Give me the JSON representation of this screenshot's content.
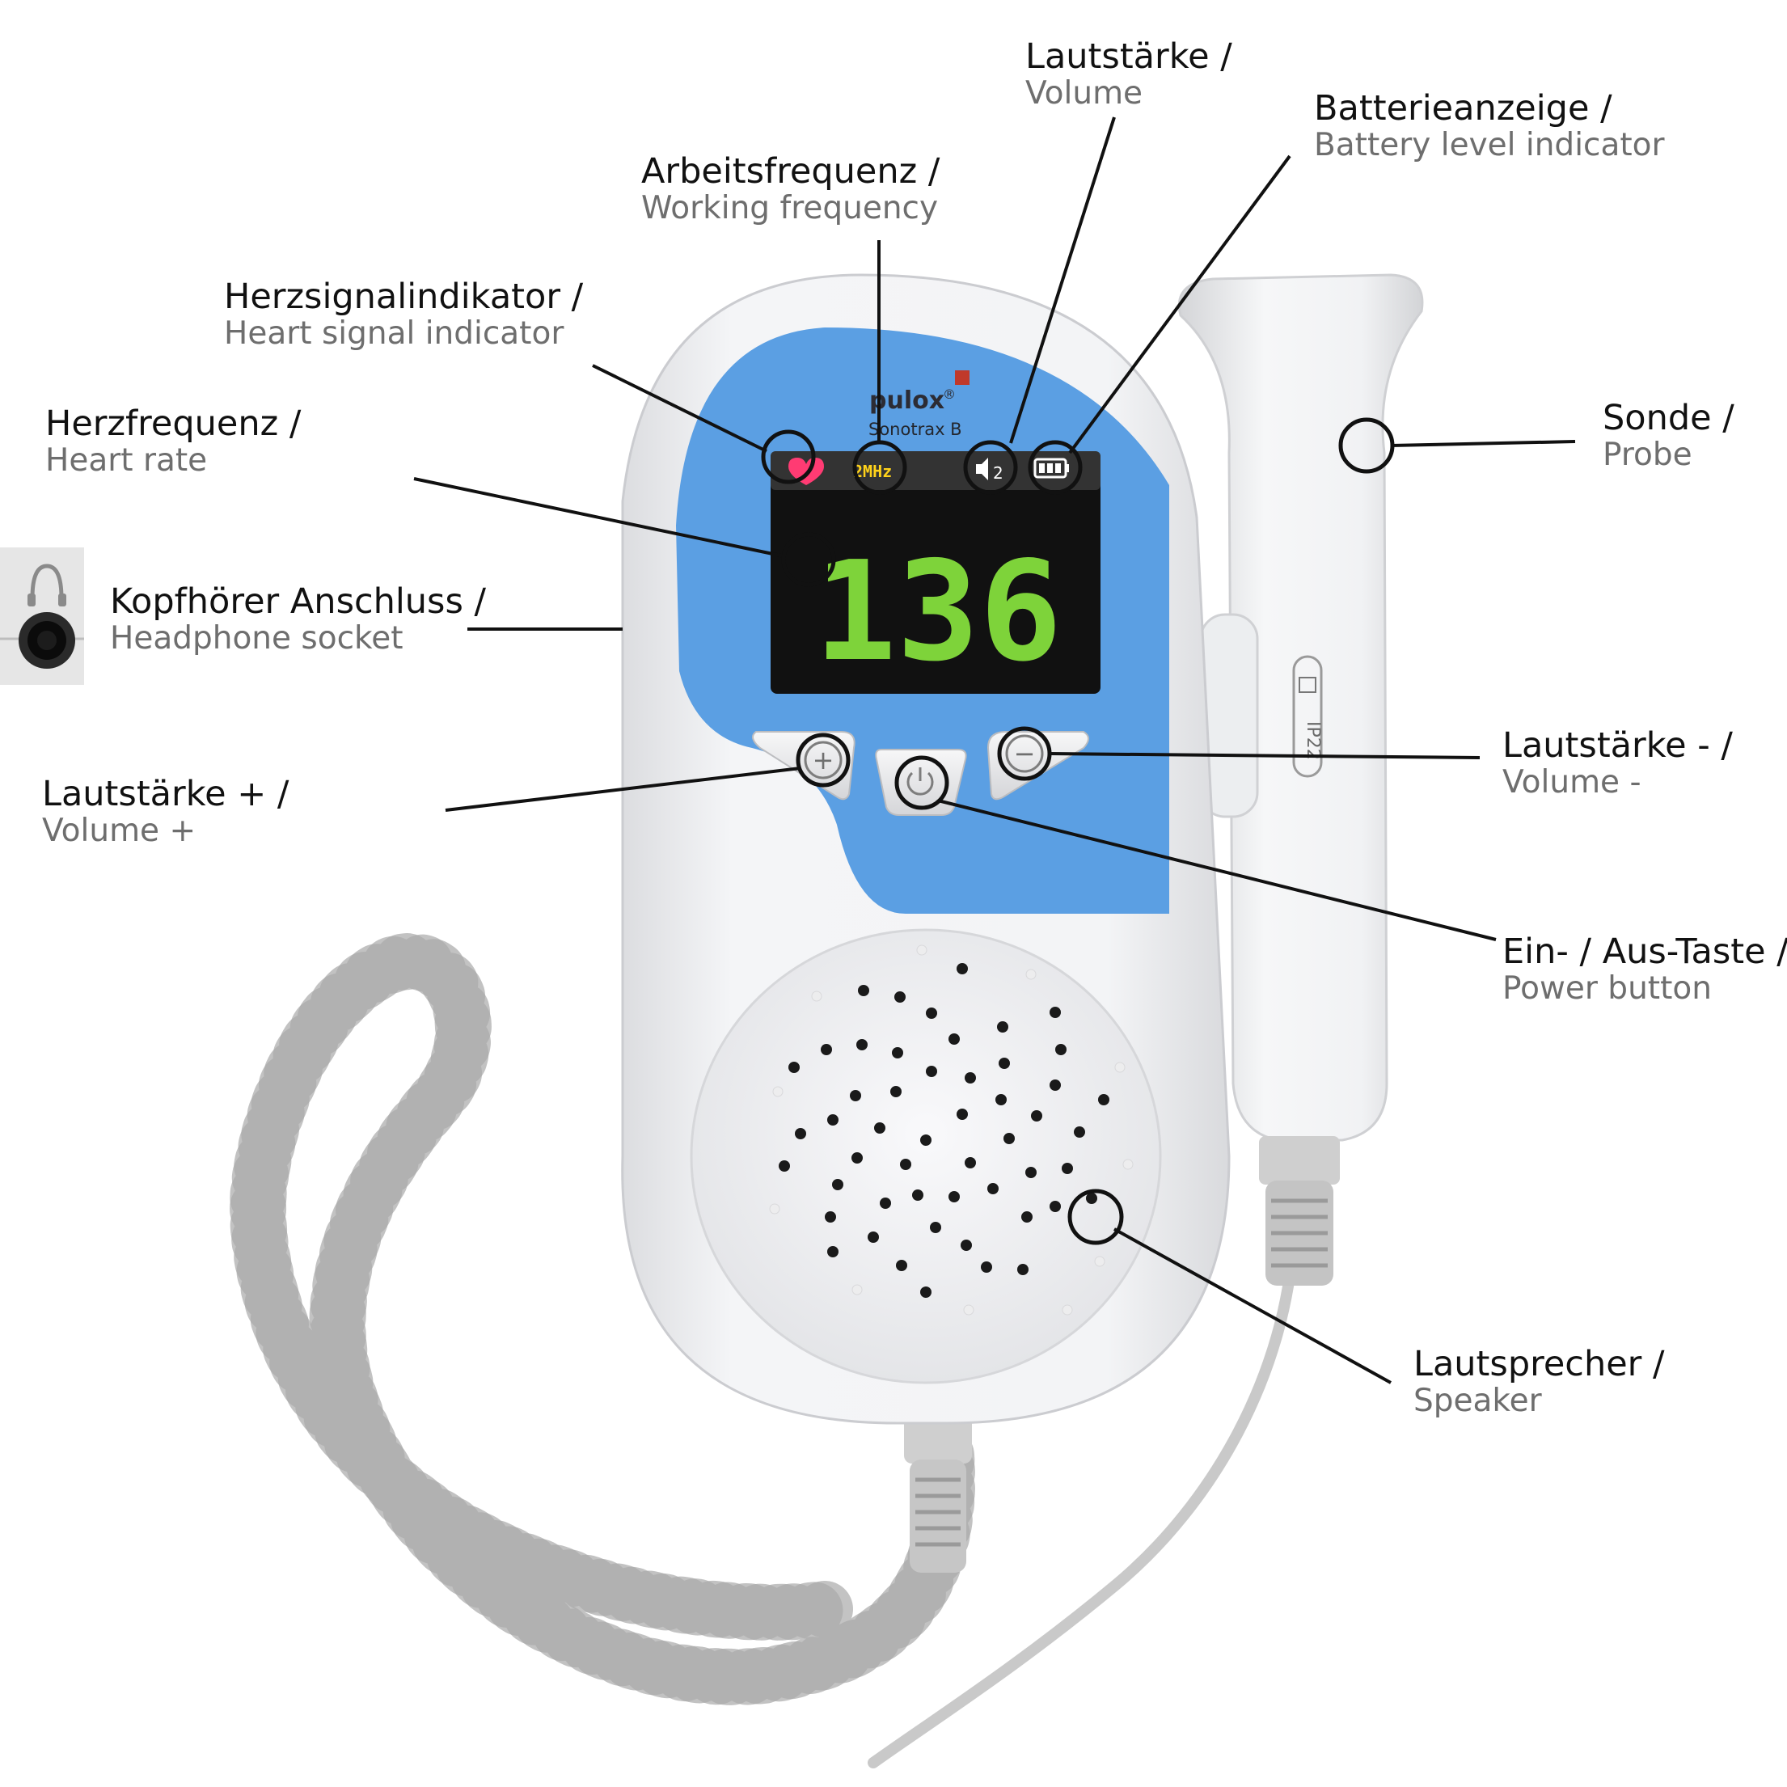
{
  "labels": {
    "volume_top": {
      "de": "Lautstärke /",
      "en": "Volume"
    },
    "battery": {
      "de": "Batterieanzeige /",
      "en": "Battery level indicator"
    },
    "working_frequency": {
      "de": "Arbeitsfrequenz /",
      "en": "Working frequency"
    },
    "heart_signal": {
      "de": "Herzsignalindikator /",
      "en": "Heart signal indicator"
    },
    "heart_rate": {
      "de": "Herzfrequenz /",
      "en": "Heart rate"
    },
    "headphone": {
      "de": "Kopfhörer Anschluss /",
      "en": "Headphone socket"
    },
    "volume_plus": {
      "de": "Lautstärke + /",
      "en": "Volume +"
    },
    "probe": {
      "de": "Sonde /",
      "en": "Probe"
    },
    "volume_minus": {
      "de": "Lautstärke - /",
      "en": "Volume -"
    },
    "power": {
      "de": "Ein- / Aus-Taste /",
      "en": "Power button"
    },
    "speaker": {
      "de": "Lautsprecher /",
      "en": "Speaker"
    }
  },
  "device": {
    "brand": "pulox",
    "brand_mark": "®",
    "model": "Sonotrax B",
    "heart_rate_value": "136",
    "frequency": "2MHz",
    "volume_level": "2",
    "probe_rating": "IP22",
    "plus_symbol": "+",
    "minus_symbol": "−"
  },
  "colors": {
    "display_digits": "#7ed33a",
    "face_blue": "#5b9fe3",
    "heart_icon": "#ff3b73",
    "freq_text": "#ffd21a",
    "leader_lines": "#111111",
    "body": "#f1f2f4",
    "cable": "#bcbcbc"
  }
}
